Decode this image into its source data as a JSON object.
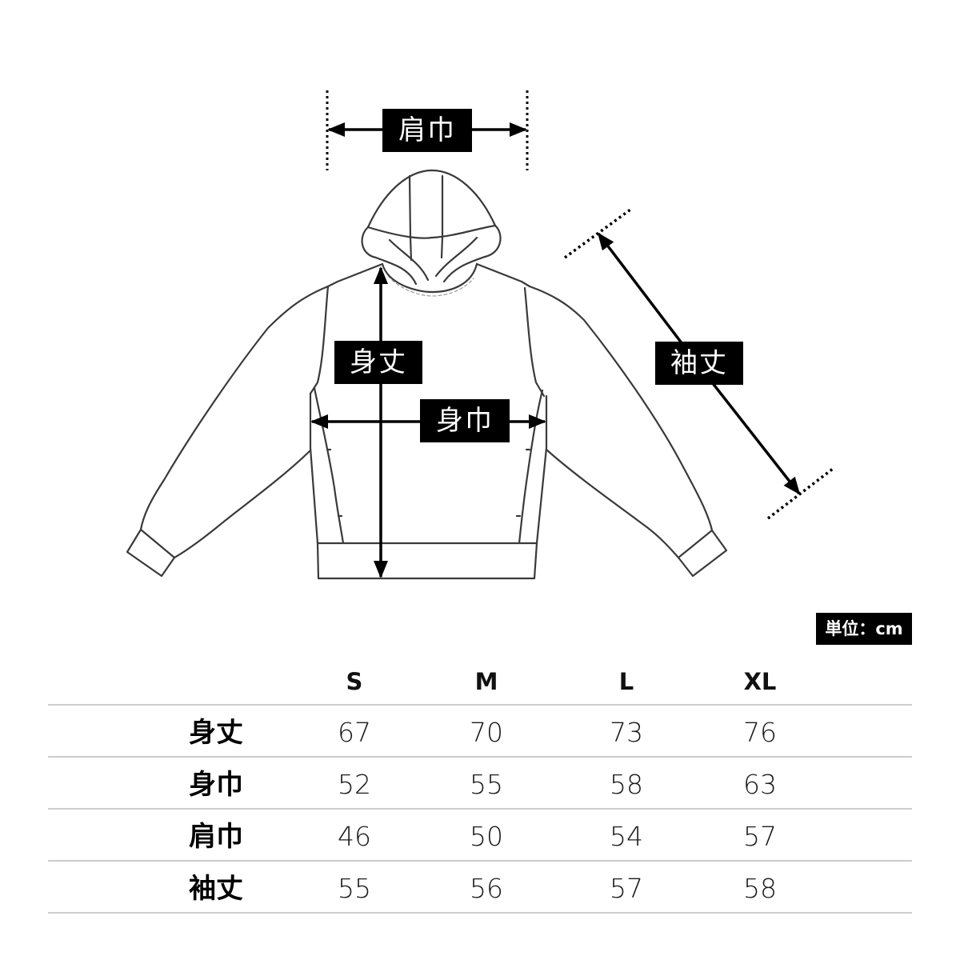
{
  "diagram": {
    "garment": "hoodie",
    "labels": {
      "shoulder_width": "肩巾",
      "body_length": "身丈",
      "chest_width": "身巾",
      "sleeve_length": "袖丈"
    },
    "colors": {
      "outline": "#3a3a3a",
      "arrow": "#000000",
      "label_bg": "#000000",
      "label_text": "#ffffff"
    }
  },
  "unit_badge": "単位：cm",
  "size_table": {
    "columns": [
      "S",
      "M",
      "L",
      "XL"
    ],
    "rows": [
      {
        "label": "身丈",
        "values": [
          "67",
          "70",
          "73",
          "76"
        ]
      },
      {
        "label": "身巾",
        "values": [
          "52",
          "55",
          "58",
          "63"
        ]
      },
      {
        "label": "肩巾",
        "values": [
          "46",
          "50",
          "54",
          "57"
        ]
      },
      {
        "label": "袖丈",
        "values": [
          "55",
          "56",
          "57",
          "58"
        ]
      }
    ],
    "line_color": "#cccccc"
  },
  "chart_data": {
    "type": "table",
    "title": "",
    "unit": "cm",
    "categories": [
      "S",
      "M",
      "L",
      "XL"
    ],
    "series": [
      {
        "name": "身丈",
        "values": [
          67,
          70,
          73,
          76
        ]
      },
      {
        "name": "身巾",
        "values": [
          52,
          55,
          58,
          63
        ]
      },
      {
        "name": "肩巾",
        "values": [
          46,
          50,
          54,
          57
        ]
      },
      {
        "name": "袖丈",
        "values": [
          55,
          56,
          57,
          58
        ]
      }
    ]
  }
}
